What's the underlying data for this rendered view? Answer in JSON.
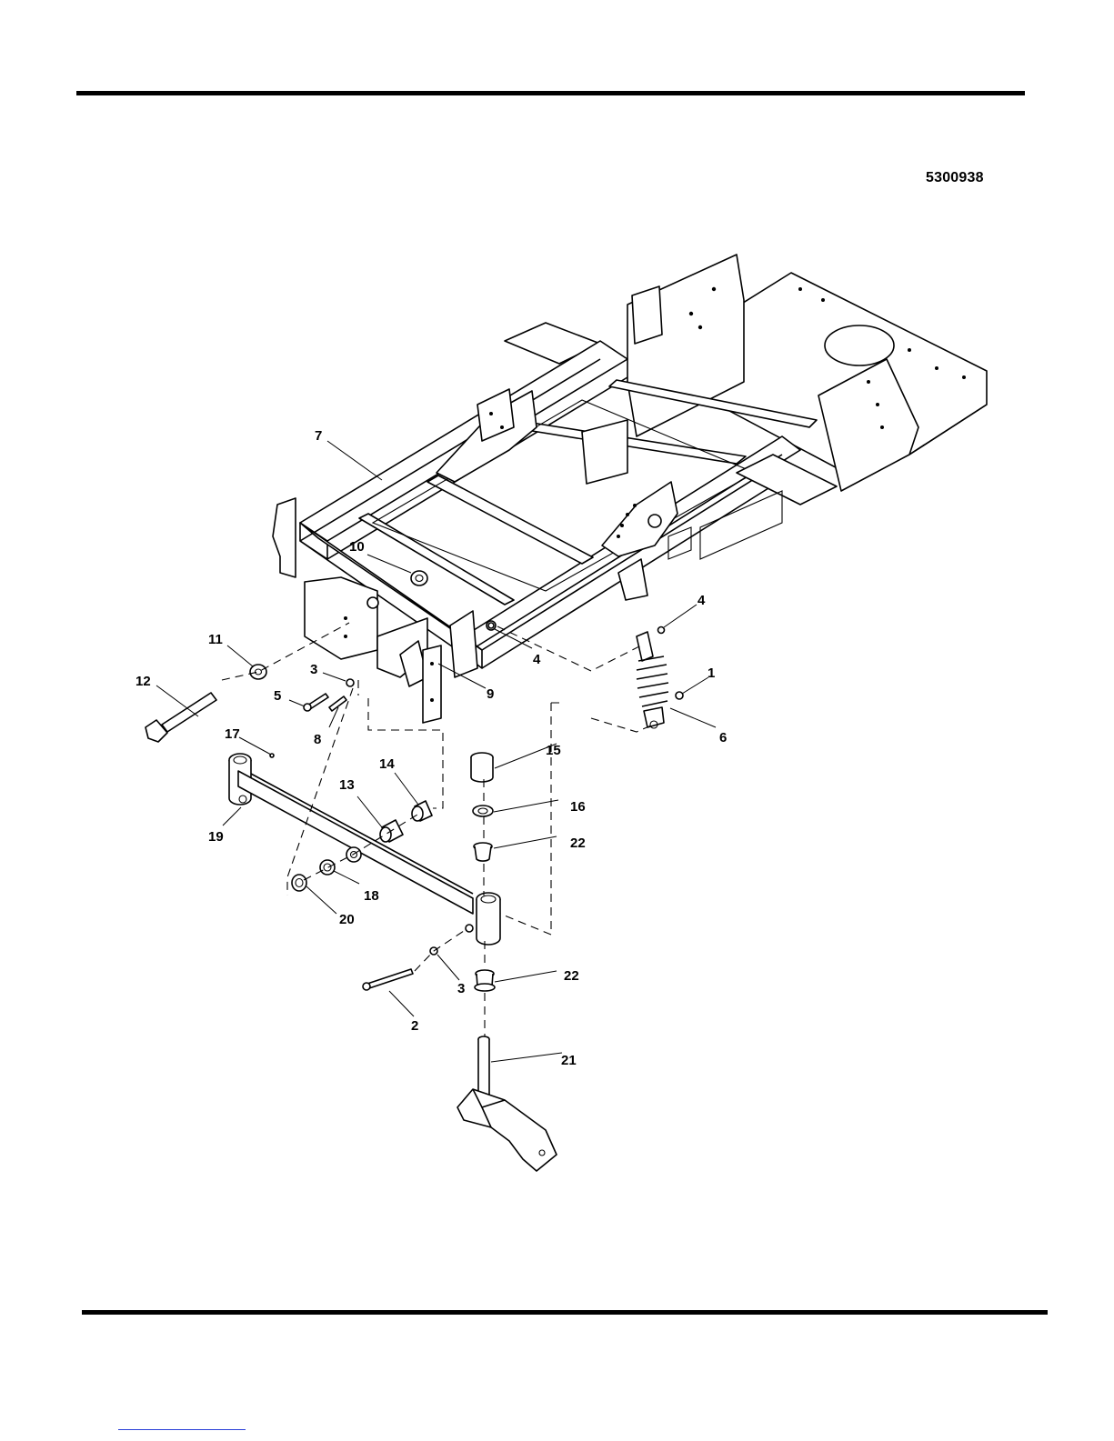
{
  "document": {
    "code": "5300938"
  },
  "callouts": [
    {
      "id": "c1",
      "label": "1"
    },
    {
      "id": "c2",
      "label": "2"
    },
    {
      "id": "c3a",
      "label": "3"
    },
    {
      "id": "c3b",
      "label": "3"
    },
    {
      "id": "c4a",
      "label": "4"
    },
    {
      "id": "c4b",
      "label": "4"
    },
    {
      "id": "c5",
      "label": "5"
    },
    {
      "id": "c6",
      "label": "6"
    },
    {
      "id": "c7",
      "label": "7"
    },
    {
      "id": "c8",
      "label": "8"
    },
    {
      "id": "c9",
      "label": "9"
    },
    {
      "id": "c10",
      "label": "10"
    },
    {
      "id": "c11",
      "label": "11"
    },
    {
      "id": "c12",
      "label": "12"
    },
    {
      "id": "c13",
      "label": "13"
    },
    {
      "id": "c14",
      "label": "14"
    },
    {
      "id": "c15",
      "label": "15"
    },
    {
      "id": "c16",
      "label": "16"
    },
    {
      "id": "c17",
      "label": "17"
    },
    {
      "id": "c18",
      "label": "18"
    },
    {
      "id": "c19",
      "label": "19"
    },
    {
      "id": "c20",
      "label": "20"
    },
    {
      "id": "c21",
      "label": "21"
    },
    {
      "id": "c22a",
      "label": "22"
    },
    {
      "id": "c22b",
      "label": "22"
    }
  ]
}
